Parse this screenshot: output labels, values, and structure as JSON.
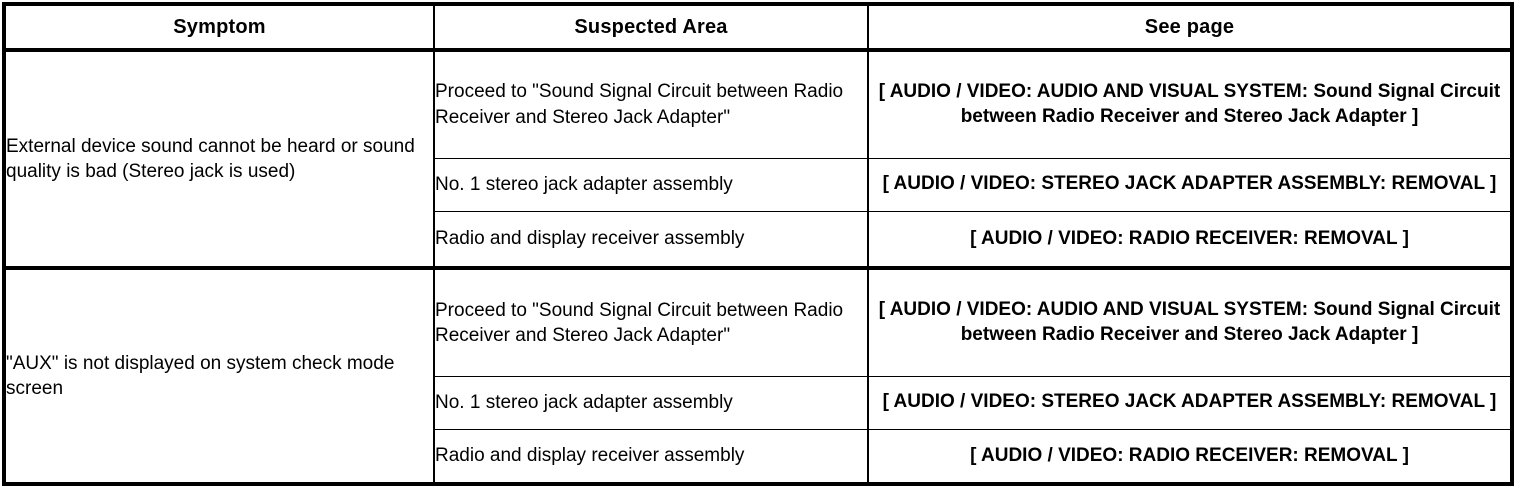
{
  "table": {
    "columns": [
      {
        "id": "symptom",
        "label": "Symptom"
      },
      {
        "id": "area",
        "label": "Suspected Area"
      },
      {
        "id": "see_page",
        "label": "See page"
      }
    ],
    "groups": [
      {
        "symptom": "External device sound cannot be heard or sound quality is bad (Stereo jack is used)",
        "rows": [
          {
            "suspected_area": "Proceed to \"Sound Signal Circuit between Radio Receiver and Stereo Jack Adapter\"",
            "see_page": "[ AUDIO / VIDEO: AUDIO AND VISUAL SYSTEM: Sound Signal Circuit between Radio Receiver and Stereo Jack Adapter ]"
          },
          {
            "suspected_area": "No. 1 stereo jack adapter assembly",
            "see_page": "[ AUDIO / VIDEO: STEREO JACK ADAPTER ASSEMBLY: REMOVAL ]"
          },
          {
            "suspected_area": "Radio and display receiver assembly",
            "see_page": "[ AUDIO / VIDEO: RADIO RECEIVER: REMOVAL ]"
          }
        ]
      },
      {
        "symptom": "\"AUX\" is not displayed on system check mode screen",
        "rows": [
          {
            "suspected_area": "Proceed to \"Sound Signal Circuit between Radio Receiver and Stereo Jack Adapter\"",
            "see_page": "[ AUDIO / VIDEO: AUDIO AND VISUAL SYSTEM: Sound Signal Circuit between Radio Receiver and Stereo Jack Adapter ]"
          },
          {
            "suspected_area": "No. 1 stereo jack adapter assembly",
            "see_page": "[ AUDIO / VIDEO: STEREO JACK ADAPTER ASSEMBLY: REMOVAL ]"
          },
          {
            "suspected_area": "Radio and display receiver assembly",
            "see_page": "[ AUDIO / VIDEO: RADIO RECEIVER: REMOVAL ]"
          }
        ]
      }
    ]
  },
  "colors": {
    "border": "#000000",
    "text": "#000000",
    "background": "#ffffff"
  }
}
